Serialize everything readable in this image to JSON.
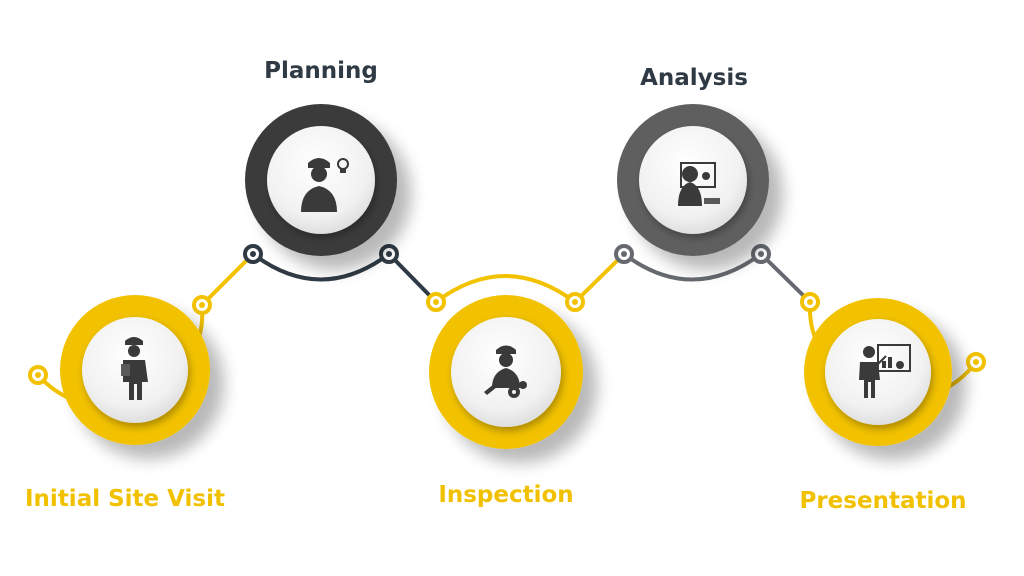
{
  "colors": {
    "yellow": "#F2C200",
    "dark": "#3A3A3A",
    "gray": "#5E5E5E",
    "connector_dark": "#2F3A44",
    "connector_gray": "#666A70",
    "label_dark": "#2F3A44",
    "label_yellow": "#F1C100"
  },
  "steps": [
    {
      "label": "Initial Site Visit",
      "ring": "yellow",
      "icon": "engineer-with-clipboard-icon"
    },
    {
      "label": "Planning",
      "ring": "dark",
      "icon": "engineer-with-lightbulb-icon"
    },
    {
      "label": "Inspection",
      "ring": "yellow",
      "icon": "engineer-with-gears-icon"
    },
    {
      "label": "Analysis",
      "ring": "gray",
      "icon": "engineer-at-computer-icon"
    },
    {
      "label": "Presentation",
      "ring": "yellow",
      "icon": "engineer-presenting-board-icon"
    }
  ]
}
